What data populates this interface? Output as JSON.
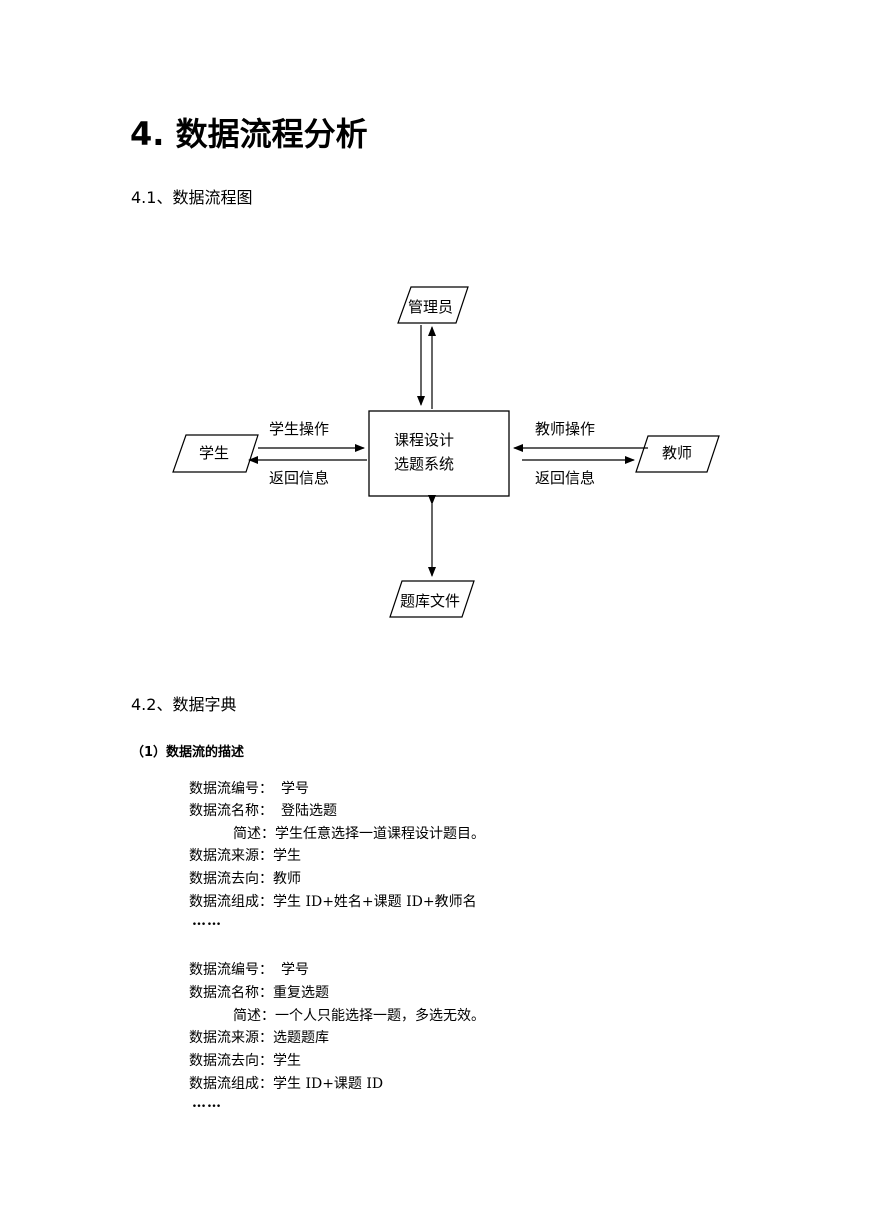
{
  "heading": "4. 数据流程分析",
  "section_1": {
    "title": "4.1、数据流程图",
    "diagram": {
      "center_lines": [
        "课程设计",
        "选题系统"
      ],
      "admin": "管理员",
      "student": "学生",
      "teacher": "教师",
      "question_bank": "题库文件",
      "student_op": "学生操作",
      "student_return": "返回信息",
      "teacher_op": "教师操作",
      "teacher_return": "返回信息"
    }
  },
  "section_2": {
    "title": "4.2、数据字典",
    "subtitle": "（1）数据流的描述",
    "entries": [
      {
        "id_label": "数据流编号：",
        "id_value": "学号",
        "name_label": "数据流名称：",
        "name_value": "登陆选题",
        "desc_label": "简述：",
        "desc_value": "学生任意选择一道课程设计题目。",
        "source_label": "数据流来源：",
        "source_value": "学生",
        "dest_label": "数据流去向：",
        "dest_value": "教师",
        "comp_label": "数据流组成：",
        "comp_value": "学生 ID+姓名+课题 ID+教师名",
        "ellipsis": "……"
      },
      {
        "id_label": "数据流编号：",
        "id_value": "学号",
        "name_label": "数据流名称：",
        "name_value": "重复选题",
        "desc_label": "简述：",
        "desc_value": "一个人只能选择一题，多选无效。",
        "source_label": "数据流来源：",
        "source_value": "选题题库",
        "dest_label": "数据流去向：",
        "dest_value": "学生",
        "comp_label": "数据流组成：",
        "comp_value": "学生 ID+课题 ID",
        "ellipsis": "……"
      }
    ]
  }
}
